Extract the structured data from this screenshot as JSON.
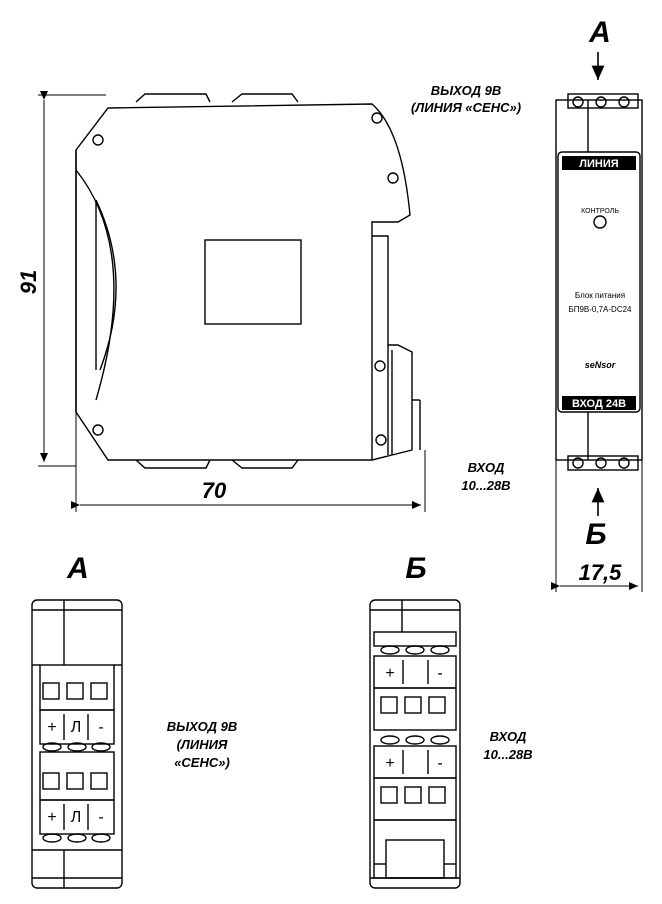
{
  "views": {
    "view_a_letter": "А",
    "view_b_letter": "Б",
    "view_a_label": "А",
    "view_b_label": "Б"
  },
  "dimensions": {
    "height": "91",
    "depth": "70",
    "width": "17,5"
  },
  "captions": {
    "output_line1": "ВЫХОД 9В",
    "output_line2": "(ЛИНИЯ «СЕНС»)",
    "input_line1": "ВХОД",
    "input_line2": "10...28В",
    "output_b_line1": "ВЫХОД 9В",
    "output_b_line2": "(ЛИНИЯ",
    "output_b_line3": "«СЕНС»)",
    "input_b_line1": "ВХОД",
    "input_b_line2": "10...28В"
  },
  "front_panel": {
    "top_label": "ЛИНИЯ",
    "indicator_label": "КОНТРОЛЬ",
    "device_line1": "Блок питания",
    "device_line2": "БП9В-0,7А-DC24",
    "logo_text": "seNsor",
    "bottom_label": "ВХОД 24В"
  },
  "terminals_a": [
    "+",
    "Л",
    "-"
  ],
  "terminals_a2": [
    "+",
    "Л",
    "-"
  ],
  "terminals_b": [
    "+",
    "",
    "-"
  ],
  "terminals_b2": [
    "+",
    "",
    "-"
  ]
}
